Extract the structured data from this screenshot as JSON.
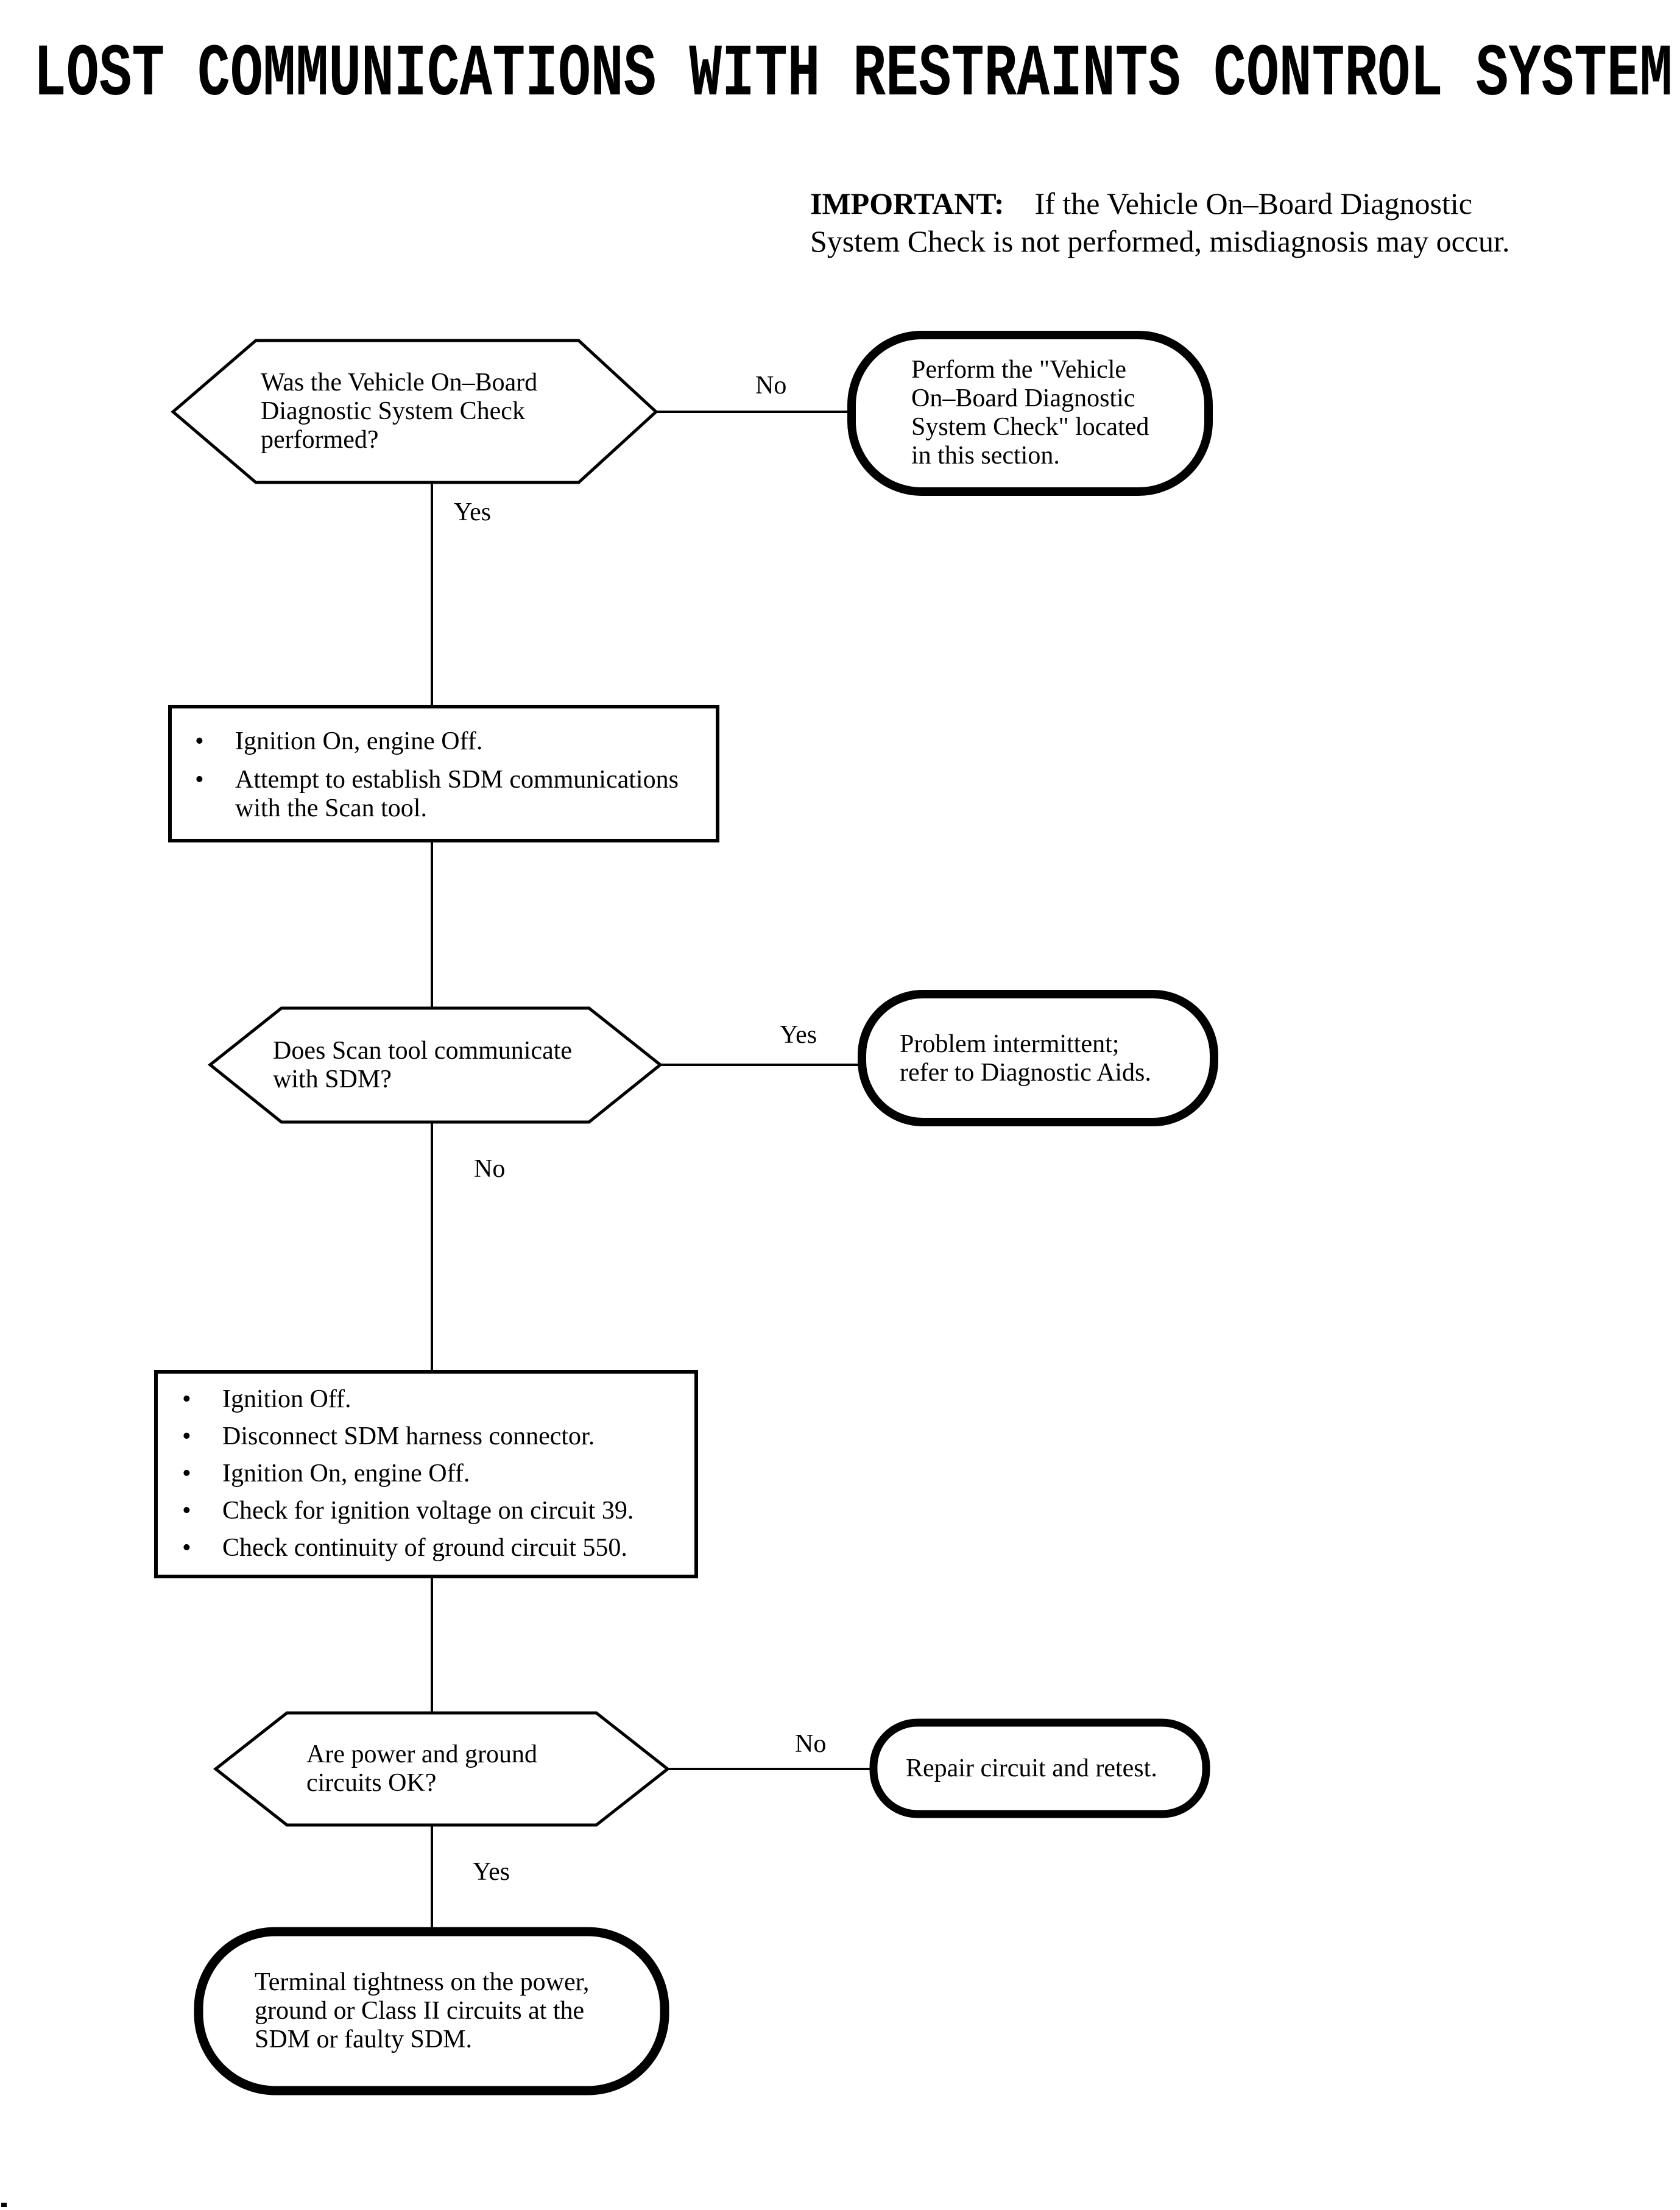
{
  "page": {
    "title": "LOST COMMUNICATIONS WITH RESTRAINTS CONTROL SYSTEM",
    "important_label": "IMPORTANT:",
    "important_line1": "If the Vehicle On–Board Diagnostic",
    "important_line2": "System Check is not performed, misdiagnosis may occur.",
    "bullet_char": "•"
  },
  "flowchart": {
    "decision1": {
      "lines": [
        "Was the Vehicle On–Board",
        "Diagnostic System Check",
        "performed?"
      ]
    },
    "action_no1": {
      "lines": [
        "Perform the \"Vehicle",
        "On–Board Diagnostic",
        "System Check\" located",
        "in this section."
      ]
    },
    "step1": {
      "bullets": [
        {
          "lines": [
            "Ignition On, engine Off."
          ]
        },
        {
          "lines": [
            "Attempt to establish SDM communications",
            "with the Scan tool."
          ]
        }
      ]
    },
    "decision2": {
      "lines": [
        "Does Scan tool communicate",
        "with SDM?"
      ]
    },
    "action_yes2": {
      "lines": [
        "Problem intermittent;",
        "refer to Diagnostic Aids."
      ]
    },
    "step2": {
      "bullets": [
        {
          "lines": [
            "Ignition Off."
          ]
        },
        {
          "lines": [
            "Disconnect SDM harness connector."
          ]
        },
        {
          "lines": [
            "Ignition On, engine Off."
          ]
        },
        {
          "lines": [
            "Check for ignition voltage on circuit 39."
          ]
        },
        {
          "lines": [
            "Check continuity of ground circuit 550."
          ]
        }
      ]
    },
    "decision3": {
      "lines": [
        "Are power and ground",
        "circuits OK?"
      ]
    },
    "action_no3": {
      "lines": [
        "Repair circuit and retest."
      ]
    },
    "terminal": {
      "lines": [
        "Terminal tightness on the power,",
        "ground or Class II circuits at the",
        "SDM or faulty SDM."
      ]
    },
    "labels": {
      "d1_no": "No",
      "d1_yes": "Yes",
      "d2_yes": "Yes",
      "d2_no": "No",
      "d3_no": "No",
      "d3_yes": "Yes"
    },
    "colors": {
      "ink": "#000000",
      "paper": "#ffffff"
    }
  }
}
